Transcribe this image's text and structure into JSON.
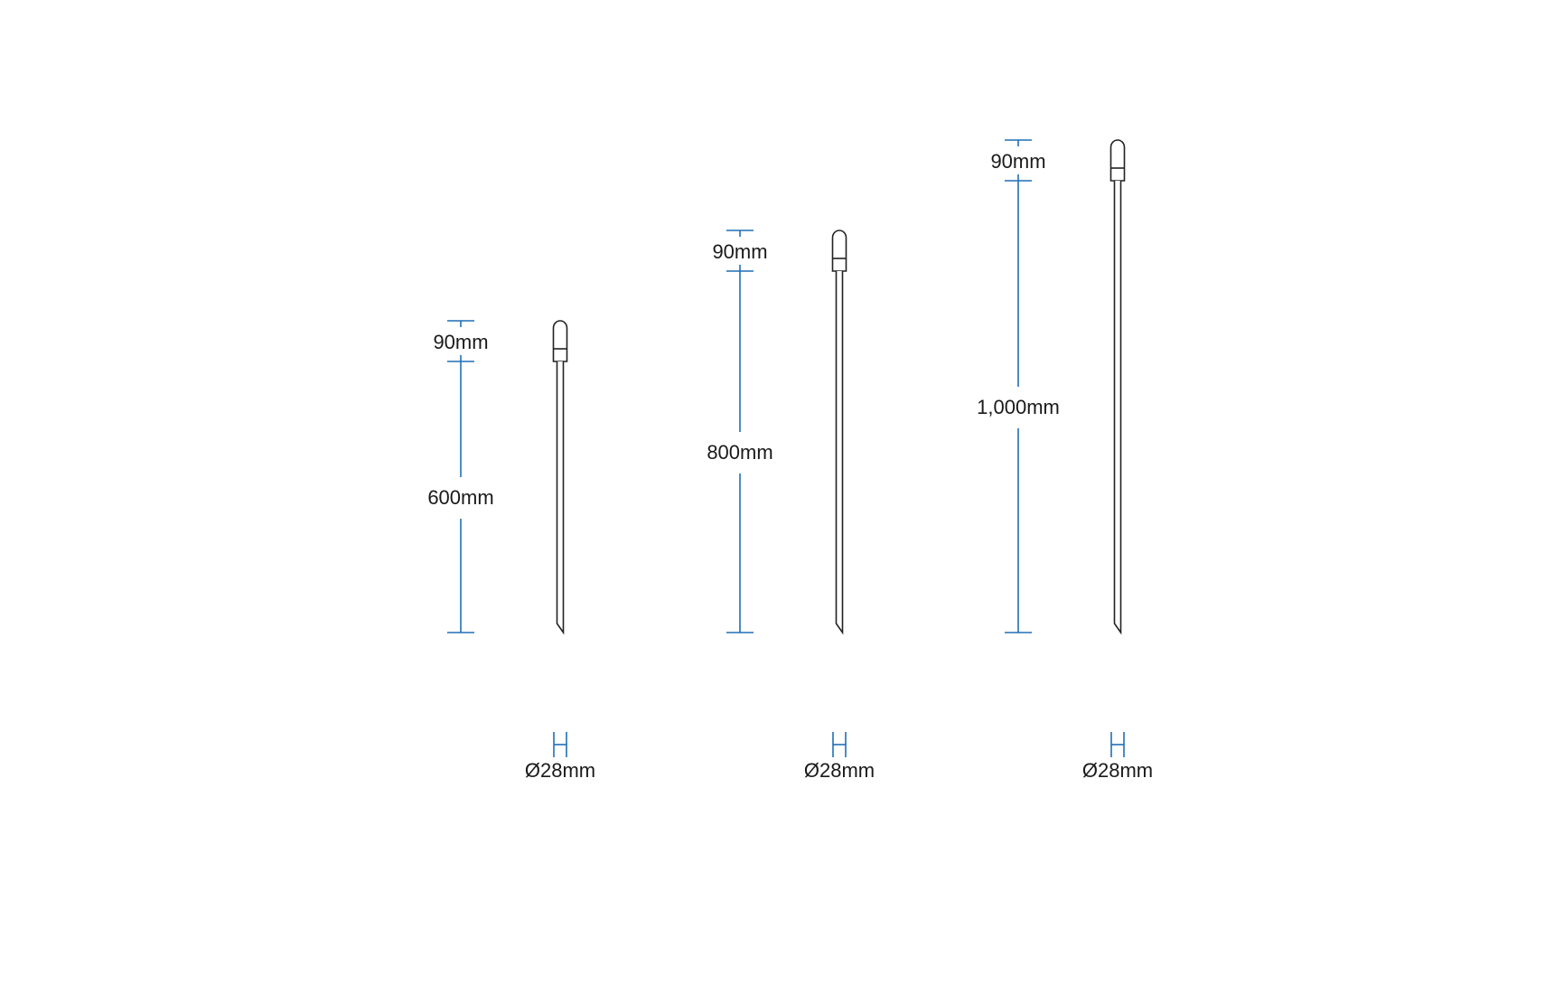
{
  "colors": {
    "dimension": "#1f6fb5",
    "outline": "#222222",
    "text": "#1a1a1a"
  },
  "probes": [
    {
      "handle_label": "90mm",
      "shaft_label": "600mm",
      "diameter_label": "Ø28mm",
      "handle_mm": 90,
      "shaft_mm": 600
    },
    {
      "handle_label": "90mm",
      "shaft_label": "800mm",
      "diameter_label": "Ø28mm",
      "handle_mm": 90,
      "shaft_mm": 800
    },
    {
      "handle_label": "90mm",
      "shaft_label": "1,000mm",
      "diameter_label": "Ø28mm",
      "handle_mm": 90,
      "shaft_mm": 1000
    }
  ]
}
